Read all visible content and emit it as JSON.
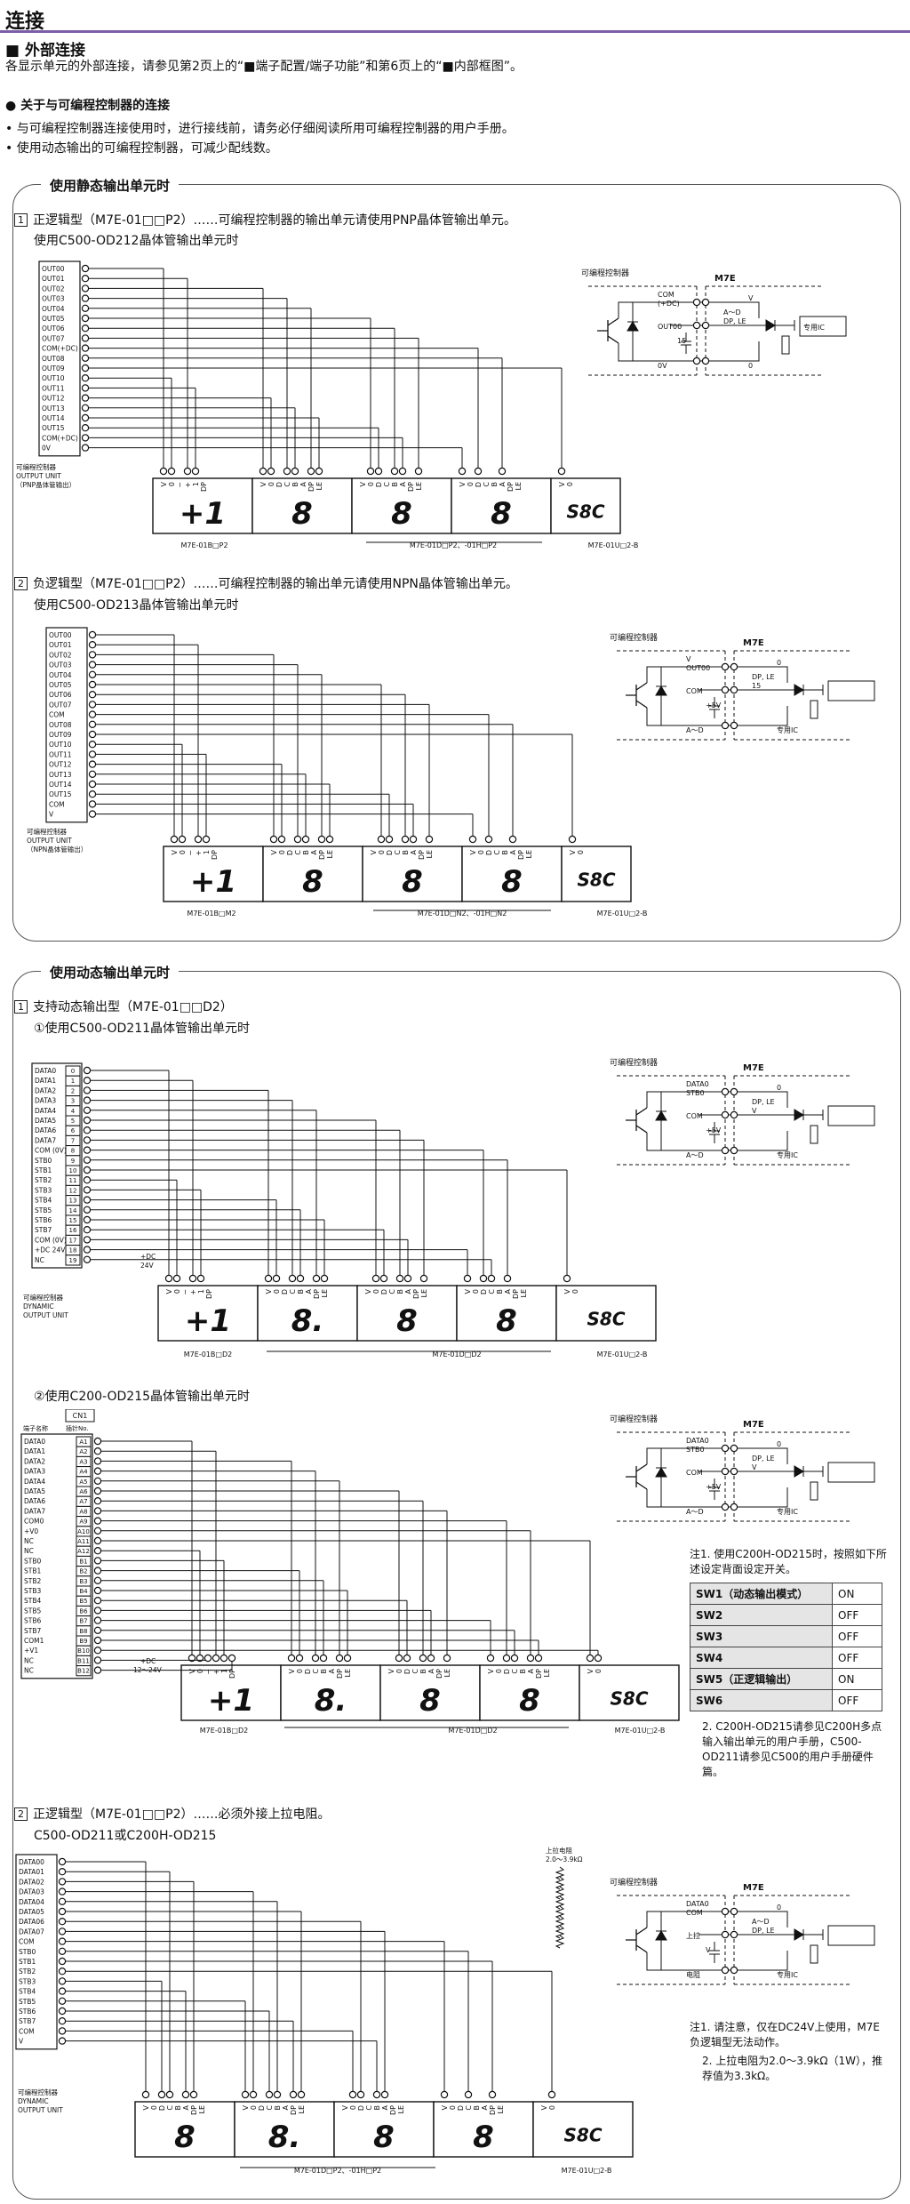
{
  "page": {
    "title": "连接",
    "section": "外部连接",
    "intro": "各显示单元的外部连接，请参见第2页上的“■端子配置/端子功能”和第6页上的“■内部框图”。",
    "subsection": "关于与可编程控制器的连接",
    "bullets": [
      "与可编程控制器连接使用时，进行接线前，请务必仔细阅读所用可编程控制器的用户手册。",
      "使用动态输出的可编程控制器，可减少配线数。"
    ]
  },
  "panels": {
    "static": {
      "title": "使用静态输出单元时",
      "items": [
        {
          "num": "1",
          "heading": "正逻辑型（M7E-01□□P2）……可编程控制器的输出单元请使用PNP晶体管输出单元。",
          "sub": "使用C500-OD212晶体管输出单元时",
          "terms": [
            "OUT00",
            "OUT01",
            "OUT02",
            "OUT03",
            "OUT04",
            "OUT05",
            "OUT06",
            "OUT07",
            "COM(+DC)",
            "OUT08",
            "OUT09",
            "OUT10",
            "OUT11",
            "OUT12",
            "OUT13",
            "OUT14",
            "OUT15",
            "COM(+DC)",
            "0V"
          ],
          "plc_label": [
            "可编程控制器",
            "OUTPUT UNIT",
            "（PNP晶体管输出）"
          ],
          "units": [
            "M7E-01B□P2",
            "M7E-01D□P2、-01H□P2",
            "M7E-01U□2-B"
          ],
          "circuit": {
            "plc": "可编程控制器",
            "m7e": "M7E",
            "labels": [
              "COM",
              "(+DC)",
              "OUT00",
              "0V",
              "A～D",
              "DP, LE",
              "15",
              "V",
              "0",
              "专用IC"
            ]
          }
        },
        {
          "num": "2",
          "heading": "负逻辑型（M7E-01□□P2）……可编程控制器的输出单元请使用NPN晶体管输出单元。",
          "sub": "使用C500-OD213晶体管输出单元时",
          "terms": [
            "OUT00",
            "OUT01",
            "OUT02",
            "OUT03",
            "OUT04",
            "OUT05",
            "OUT06",
            "OUT07",
            "COM",
            "OUT08",
            "OUT09",
            "OUT10",
            "OUT11",
            "OUT12",
            "OUT13",
            "OUT14",
            "OUT15",
            "COM",
            "V"
          ],
          "plc_label": [
            "可编程控制器",
            "OUTPUT UNIT",
            "（NPN晶体管输出）"
          ],
          "units": [
            "M7E-01B□M2",
            "M7E-01D□N2、-01H□N2",
            "M7E-01U□2-B"
          ],
          "circuit": {
            "plc": "可编程控制器",
            "m7e": "M7E",
            "labels": [
              "V",
              "OUT00",
              "COM",
              "A～D",
              "DP, LE",
              "15",
              "+5V",
              "0",
              "专用IC"
            ]
          }
        }
      ]
    },
    "dynamic": {
      "title": "使用动态输出单元时",
      "items": [
        {
          "num": "1",
          "heading": "支持动态输出型（M7E-01□□D2）",
          "sub": "①使用C500-OD211晶体管输出单元时",
          "terms": [
            "DATA0",
            "DATA1",
            "DATA2",
            "DATA3",
            "DATA4",
            "DATA5",
            "DATA6",
            "DATA7",
            "COM (0V)",
            "STB0",
            "STB1",
            "STB2",
            "STB3",
            "STB4",
            "STB5",
            "STB6",
            "STB7",
            "COM (0V)",
            "+DC 24V",
            "NC"
          ],
          "pins": [
            "0",
            "1",
            "2",
            "3",
            "4",
            "5",
            "6",
            "7",
            "8",
            "9",
            "10",
            "11",
            "12",
            "13",
            "14",
            "15",
            "16",
            "17",
            "18",
            "19"
          ],
          "plc_label": [
            "可编程控制器",
            "DYNAMIC",
            "OUTPUT UNIT"
          ],
          "supply": [
            "+DC",
            "24V"
          ],
          "units": [
            "M7E-01B□D2",
            "M7E-01D□D2",
            "M7E-01U□2-B"
          ],
          "circuit": {
            "plc": "可编程控制器",
            "m7e": "M7E",
            "labels": [
              "DATA0",
              "STB0",
              "COM",
              "A～D",
              "DP, LE",
              "V",
              "+5V",
              "0",
              "专用IC"
            ]
          }
        },
        {
          "sub": "②使用C200-OD215晶体管输出单元时",
          "cn": "CN1",
          "col_heads": [
            "端子名称",
            "插针No."
          ],
          "terms": [
            "DATA0",
            "DATA1",
            "DATA2",
            "DATA3",
            "DATA4",
            "DATA5",
            "DATA6",
            "DATA7",
            "COM0",
            "+V0",
            "NC",
            "NC",
            "STB0",
            "STB1",
            "STB2",
            "STB3",
            "STB4",
            "STB5",
            "STB6",
            "STB7",
            "COM1",
            "+V1",
            "NC",
            "NC"
          ],
          "pins": [
            "A1",
            "A2",
            "A3",
            "A4",
            "A5",
            "A6",
            "A7",
            "A8",
            "A9",
            "A10",
            "A11",
            "A12",
            "B1",
            "B2",
            "B3",
            "B4",
            "B5",
            "B6",
            "B7",
            "B8",
            "B9",
            "B10",
            "B11",
            "B12"
          ],
          "supply": [
            "+DC",
            "12～24V"
          ],
          "units": [
            "M7E-01B□D2",
            "M7E-01D□D2",
            "M7E-01U□2-B"
          ],
          "circuit": {
            "plc": "可编程控制器",
            "m7e": "M7E",
            "labels": [
              "DATA0",
              "STB0",
              "COM",
              "A～D",
              "DP, LE",
              "V",
              "+5V",
              "0",
              "专用IC"
            ]
          },
          "note1": "注1. 使用C200H-OD215时，按照如下所述设定背面设定开关。",
          "switches": [
            {
              "k": "SW1（动态输出模式）",
              "v": "ON"
            },
            {
              "k": "SW2",
              "v": "OFF"
            },
            {
              "k": "SW3",
              "v": "OFF"
            },
            {
              "k": "SW4",
              "v": "OFF"
            },
            {
              "k": "SW5（正逻辑输出）",
              "v": "ON"
            },
            {
              "k": "SW6",
              "v": "OFF"
            }
          ],
          "note2": "2. C200H-OD215请参见C200H多点输入输出单元的用户手册，C500-OD211请参见C500的用户手册硬件篇。"
        },
        {
          "num": "2",
          "heading": "正逻辑型（M7E-01□□P2）……必须外接上拉电阻。",
          "sub": "C500-OD211或C200H-OD215",
          "terms": [
            "DATA00",
            "DATA01",
            "DATA02",
            "DATA03",
            "DATA04",
            "DATA05",
            "DATA06",
            "DATA07",
            "COM",
            "STB0",
            "STB1",
            "STB2",
            "STB3",
            "STB4",
            "STB5",
            "STB6",
            "STB7",
            "COM",
            "V"
          ],
          "plc_label": [
            "可编程控制器",
            "DYNAMIC",
            "OUTPUT UNIT"
          ],
          "pullup": [
            "上拉电阻",
            "2.0～3.9kΩ"
          ],
          "units": [
            "M7E-01D□P2、-01H□P2",
            "M7E-01U□2-B"
          ],
          "circuit": {
            "plc": "可编程控制器",
            "m7e": "M7E",
            "labels": [
              "DATA0",
              "COM",
              "上拉",
              "电阻",
              "A～D",
              "DP, LE",
              "V",
              "0",
              "专用IC"
            ]
          },
          "notes": [
            "注1. 请注意，仅在DC24V上使用，M7E负逻辑型无法动作。",
            "2. 上拉电阻为2.0～3.9kΩ（1W），推荐值为3.3kΩ。"
          ]
        }
      ]
    }
  },
  "display": {
    "sign": "+1",
    "digit": "8",
    "digit_dp": "8.",
    "unit_logo": "S8C",
    "pin_sign": [
      "V",
      "0",
      "−",
      "+",
      "1",
      "DP"
    ],
    "pin_digit": [
      "V",
      "0",
      "D",
      "C",
      "B",
      "A",
      "DP",
      "LE"
    ],
    "pin_unit": [
      "V",
      "0"
    ]
  }
}
